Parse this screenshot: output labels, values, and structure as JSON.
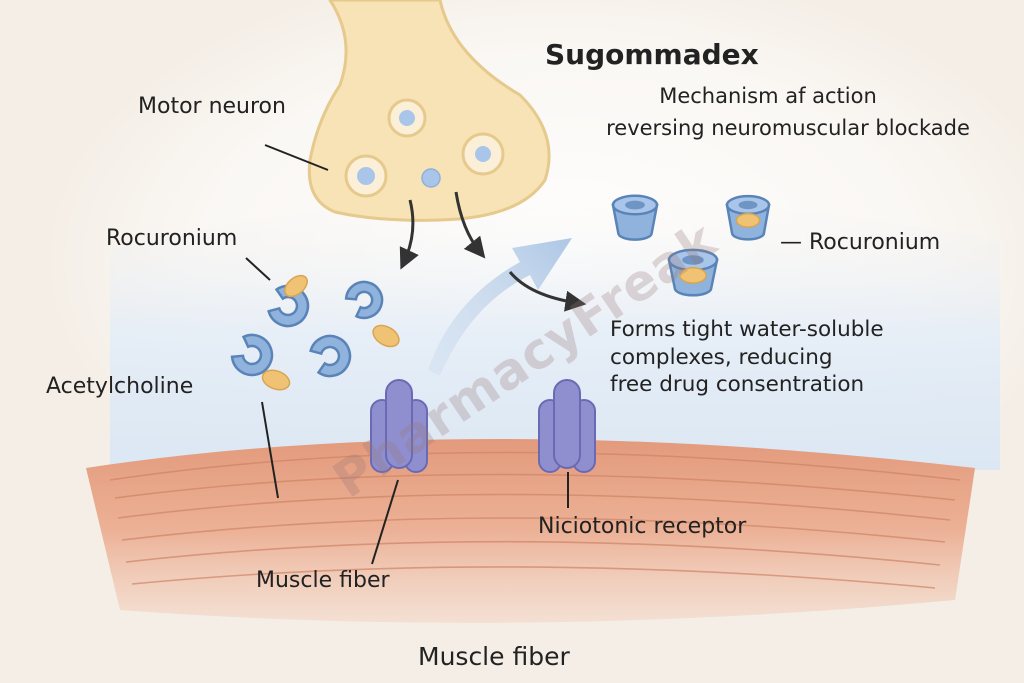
{
  "title": "Sugommadex",
  "subtitle": {
    "line1": "Mechanism af action",
    "line2": "reversing neuromuscular blockade"
  },
  "labels": {
    "motor_neuron": "Motor neuron",
    "rocuronium_left": "Rocuronium",
    "rocuronium_right": "— Rocuronium",
    "acetylcholine": "Acetylcholine",
    "muscle_fiber_inner": "Muscle fiber",
    "nicotinic_receptor": "Niciotonic receptor",
    "muscle_fiber_bottom": "Muscle fiber"
  },
  "complex_note": {
    "line1": "Forms tight water-soluble",
    "line2": "complexes, reducing",
    "line3": "free drug consentration"
  },
  "watermark": "PharmacyFreak",
  "colors": {
    "background": "#f4eee6",
    "neuron": "#f7e3b5",
    "neuron_outline": "#e6c98c",
    "cyclodextrin": "#8fb3dc",
    "cyclodextrin_outline": "#5a84b8",
    "drug": "#f0c374",
    "receptor": "#8f8fcf",
    "muscle": "#e7a488",
    "arrow_big": "#b9cfe8"
  }
}
